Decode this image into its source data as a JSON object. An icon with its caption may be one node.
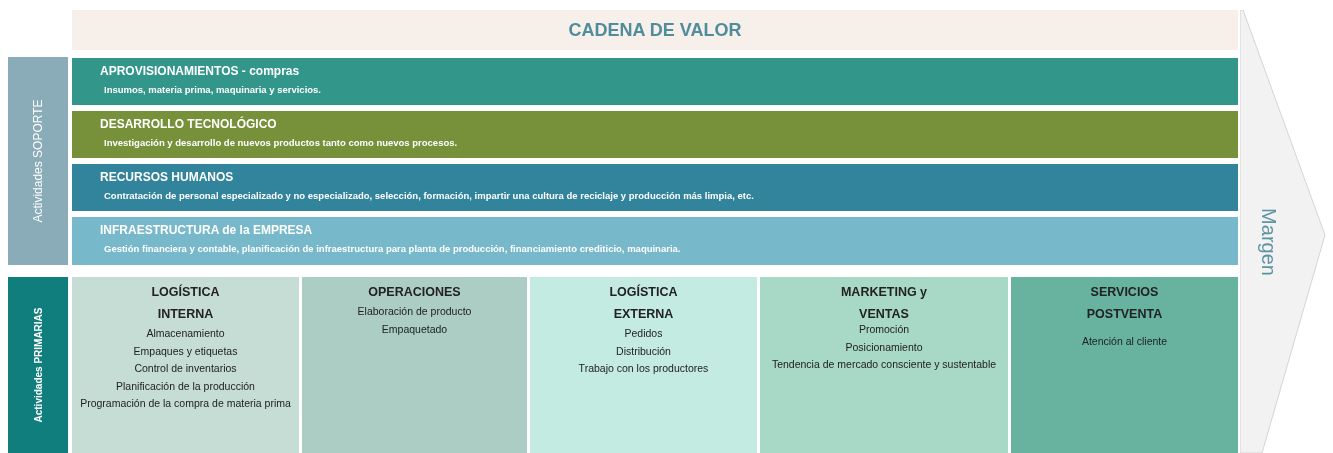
{
  "diagram": {
    "title": "CADENA DE VALOR",
    "nodes": [
      {
        "text": [
          "Actividades SOPORTE"
        ]
      },
      {
        "text": [
          "APROVISIONAMIENTOS - compras",
          "Insumos, materia prima, maquinaria y servicios."
        ]
      },
      {
        "text": [
          "DESARROLLO TECNOLÓGICO",
          "Investigación y desarrollo de nuevos productos tanto como nuevos procesos."
        ]
      },
      {
        "text": [
          "RECURSOS HUMANOS",
          "Contratación de personal especializado y no especializado, selección, formación, impartir una cultura de reciclaje y producción más limpia, etc."
        ]
      },
      {
        "text": [
          "INFRAESTRUCTURA de la EMPRESA",
          "Gestión financiera y contable, planificación de infraestructura para planta de producción, financiamiento crediticio, maquinaria."
        ]
      },
      {
        "text": [
          "Actividades PRIMARIAS"
        ]
      },
      {
        "text": [
          "LOGÍSTICA INTERNA",
          "Almacenamiento",
          "Empaques y etiquetas",
          "Control de inventarios",
          "Planificación de la producción",
          "Programación de la compra de materia prima"
        ]
      },
      {
        "text": [
          "OPERACIONES",
          "Elaboración de producto",
          "Empaquetado"
        ]
      },
      {
        "text": [
          "LOGÍSTICA EXTERNA",
          "Pedidos",
          "Distribución",
          "Trabajo con los productores"
        ]
      },
      {
        "text": [
          "MARKETING y VENTAS",
          "Promoción",
          "Posicionamiento",
          "Tendencia de mercado consciente y sustentable"
        ]
      },
      {
        "text": [
          "SERVICIOS POSTVENTA",
          "Atención al cliente"
        ]
      },
      {
        "text": [
          "Margen"
        ]
      }
    ]
  }
}
